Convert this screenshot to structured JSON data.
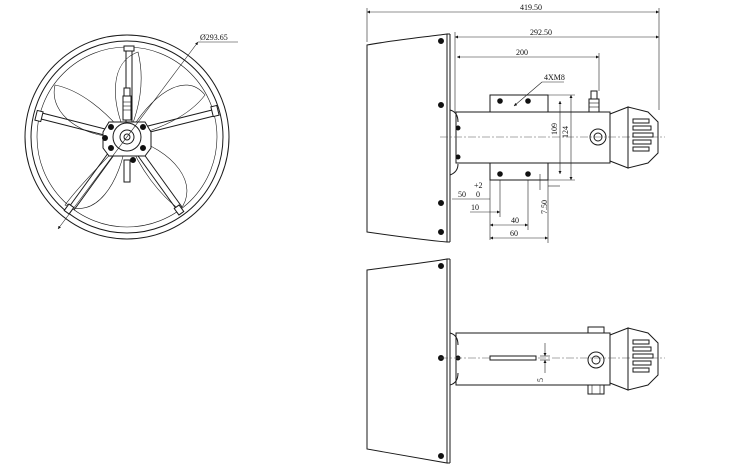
{
  "dimensions": {
    "fan_diameter": "Ø293.65",
    "overall_length": "419.50",
    "length_to_guard": "292.50",
    "length_to_mount": "200",
    "mount_holes": "4XM8",
    "mount_height_inner": "109",
    "mount_height_outer": "124",
    "tolerance_upper": "+2",
    "tolerance_lower": "0",
    "shaft_offset": "50",
    "hole_inset": "10",
    "hole_spacing": "40",
    "plate_width": "60",
    "plate_offset": "7.50",
    "slot_width": "5"
  }
}
